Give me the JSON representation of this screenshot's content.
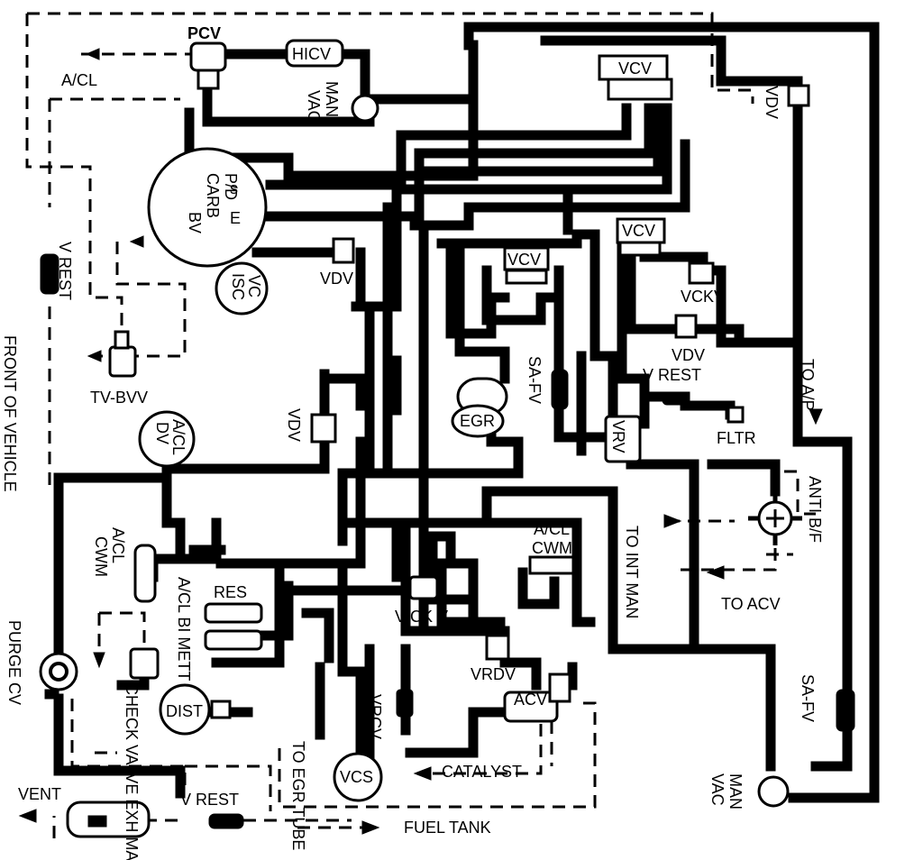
{
  "labels": {
    "pcv": "PCV",
    "hicv": "HICV",
    "acl_top": "A/CL",
    "man_vac_top_1": "MAN",
    "man_vac_top_2": "VAC",
    "carb_s": "s",
    "carb_e": "E",
    "carb_pd": "P/D",
    "carb_carb": "CARB",
    "carb_bv": "BV",
    "vcv_top": "VCV",
    "vcv_mid": "VCV",
    "vcv_right": "VCV",
    "vdv_top_right": "VDV",
    "v_rest_left": "V REST",
    "vc_isc_1": "VC",
    "vc_isc_2": "ISC",
    "vdv_center": "VDV",
    "vckv": "VCKV",
    "vdv_right": "VDV",
    "v_rest_mid": "V  REST",
    "tv_bvv": "TV-BVV",
    "front_of_vehicle": "FRONT OF VEHICLE",
    "sa_fv_center": "SA-FV",
    "egr": "EGR",
    "to_ap": "TO A/P",
    "fltr": "FLTR",
    "vrv": "VRV",
    "vdv_left": "VDV",
    "acl_dv_1": "A/CL",
    "acl_dv_2": "DV",
    "acl_cwm_left_1": "A/CL",
    "acl_cwm_left_2": "CWM",
    "acl_cwm_right_1": "A/CL",
    "acl_cwm_right_2": "CWM",
    "to_int_man": "TO  INT  MAN",
    "anti_bf": "ANTI B/F",
    "to_acv": "TO ACV",
    "res": "RES",
    "acl_bi_mett": "A/CL BI METT",
    "v_ck_v": "V CK V",
    "vrdv": "VRDV",
    "acv": "ACV",
    "purge_cv": "PURGE CV",
    "check_valve_exh_man": "CHECK VALVE EXH MAN",
    "dist": "DIST",
    "vrcv": "VRCV",
    "to_egr_tube": "TO EGR TUBE",
    "vcs": "VCS",
    "catalyst": "CATALYST",
    "sa_fv_right": "SA-FV",
    "man_vac_bottom_1": "MAN",
    "man_vac_bottom_2": "VAC",
    "vent": "VENT",
    "v_rest_bottom": "V REST",
    "fuel_tank": "FUEL TANK"
  }
}
